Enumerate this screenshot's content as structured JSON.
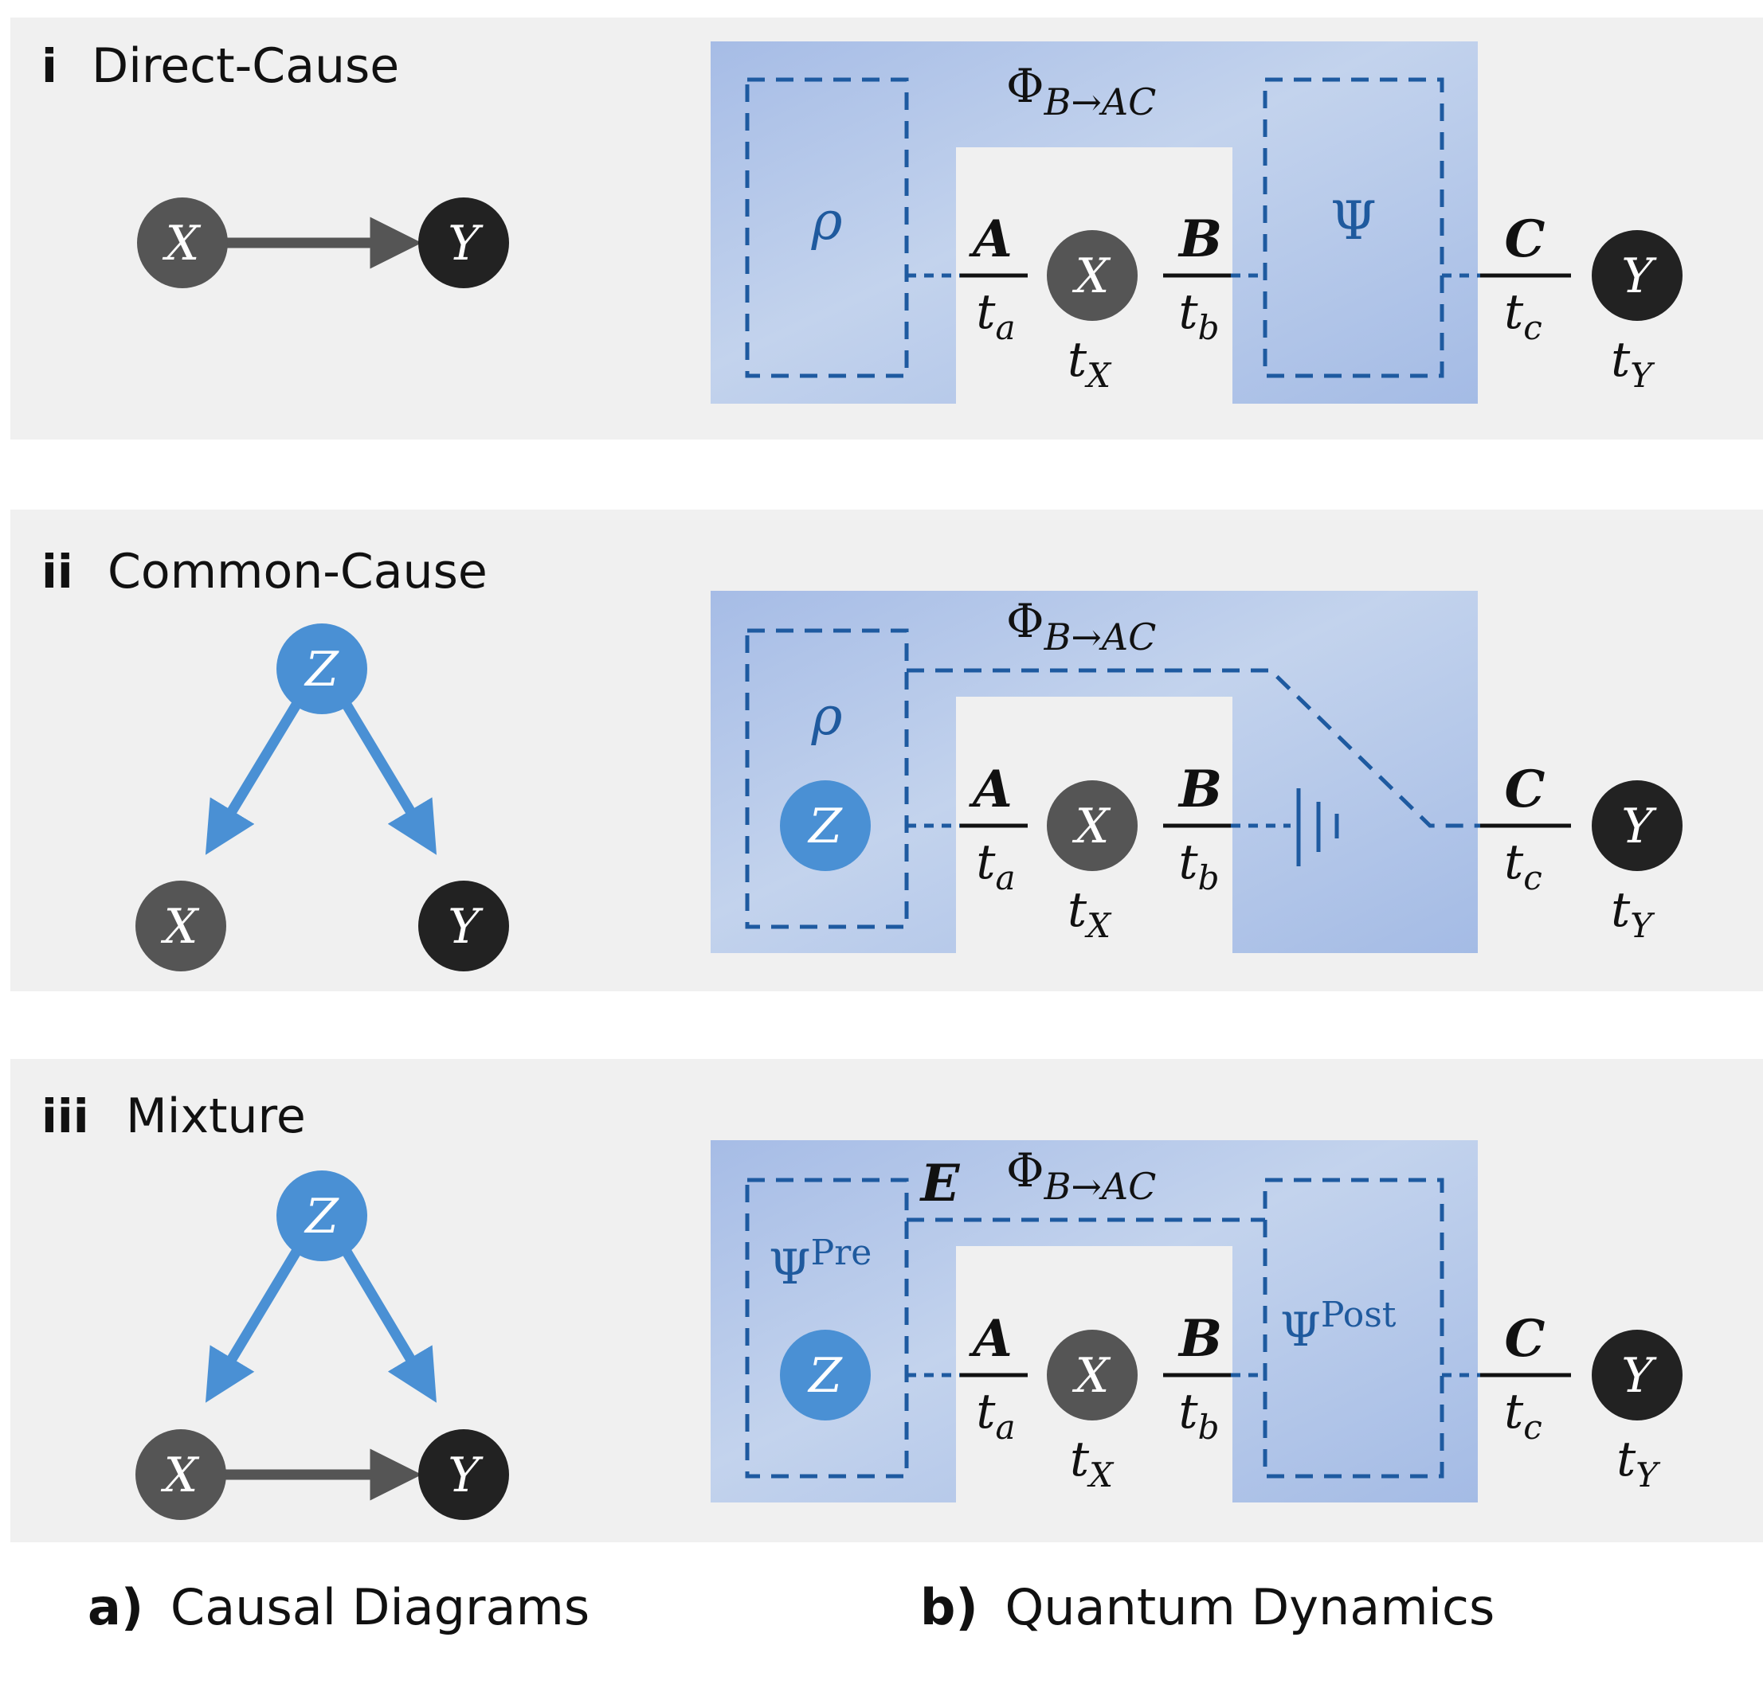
{
  "colors": {
    "panel_bg": "#f0f0f0",
    "box_fill": "#a7bde6",
    "box_light": "#c2d2ec",
    "dash": "#1e5aa0",
    "node_dark": "#222222",
    "node_gray": "#555555",
    "node_blue": "#4a90d4",
    "arrow_gray": "#555555",
    "arrow_blue": "#4a90d4",
    "label_blue": "#1f5a9e",
    "wire": "#111111"
  },
  "rows": [
    {
      "numeral": "i",
      "title": "Direct-Cause",
      "graph": {
        "x": "X",
        "y": "Y"
      },
      "channel": "Φ",
      "channel_sub": "B→AC",
      "left_box": "ρ",
      "right_box": "Ψ",
      "wires": {
        "a": "A",
        "b": "B",
        "c": "C",
        "ta": "t",
        "ta_sub": "a",
        "tb": "t",
        "tb_sub": "b",
        "tc": "t",
        "tc_sub": "c"
      },
      "tx": "t",
      "tx_sub": "X",
      "ty": "t",
      "ty_sub": "Y",
      "node_x": "X",
      "node_y": "Y"
    },
    {
      "numeral": "ii",
      "title": "Common-Cause",
      "graph": {
        "z": "Z",
        "x": "X",
        "y": "Y"
      },
      "channel": "Φ",
      "channel_sub": "B→AC",
      "left_box": "ρ",
      "left_node": "Z",
      "wires": {
        "a": "A",
        "b": "B",
        "c": "C",
        "ta": "t",
        "ta_sub": "a",
        "tb": "t",
        "tb_sub": "b",
        "tc": "t",
        "tc_sub": "c"
      },
      "tx": "t",
      "tx_sub": "X",
      "ty": "t",
      "ty_sub": "Y",
      "node_x": "X",
      "node_y": "Y"
    },
    {
      "numeral": "iii",
      "title": "Mixture",
      "graph": {
        "z": "Z",
        "x": "X",
        "y": "Y"
      },
      "channel": "Φ",
      "channel_sub": "B→AC",
      "env": "E",
      "left_box": "Ψ",
      "left_box_sup": "Pre",
      "left_node": "Z",
      "right_box": "Ψ",
      "right_box_sup": "Post",
      "wires": {
        "a": "A",
        "b": "B",
        "c": "C",
        "ta": "t",
        "ta_sub": "a",
        "tb": "t",
        "tb_sub": "b",
        "tc": "t",
        "tc_sub": "c"
      },
      "tx": "t",
      "tx_sub": "X",
      "ty": "t",
      "ty_sub": "Y",
      "node_x": "X",
      "node_y": "Y"
    }
  ],
  "captions": {
    "a_letter": "a)",
    "a_text": "Causal Diagrams",
    "b_letter": "b)",
    "b_text": "Quantum Dynamics"
  }
}
